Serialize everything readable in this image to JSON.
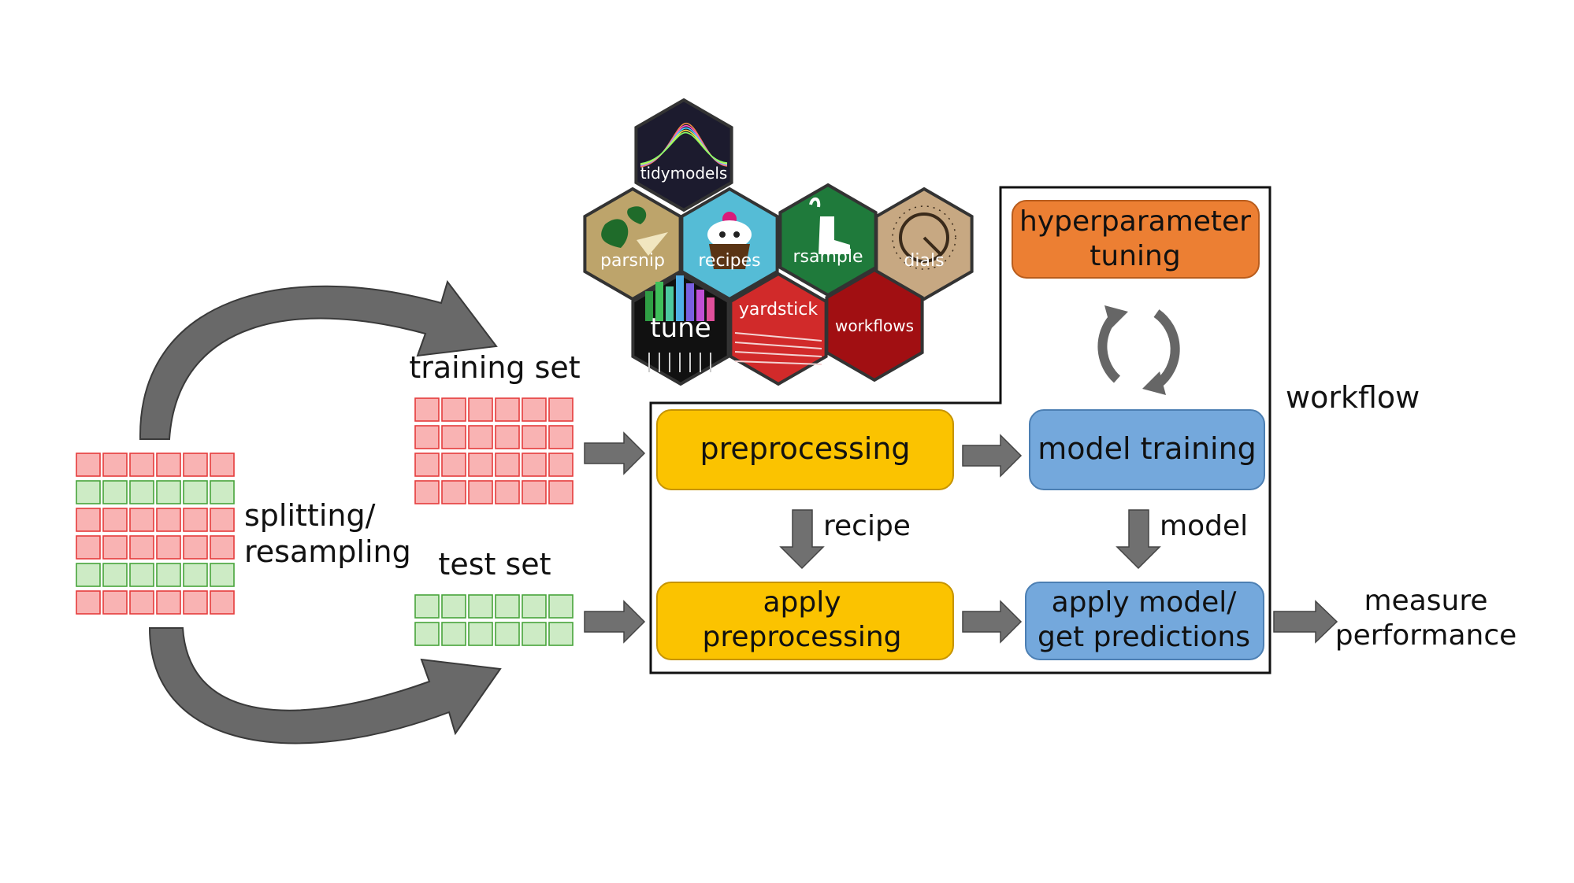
{
  "colors": {
    "red_cell_fill": "#f9b3b3",
    "red_cell_stroke": "#e53b3b",
    "green_cell_fill": "#cdebc5",
    "green_cell_stroke": "#47a33a",
    "yellow_box": "#fbc300",
    "blue_box": "#74a8dc",
    "orange_box": "#ec7f33",
    "arrow_gray": "#707070"
  },
  "source_data": {
    "label": "splitting/\nresampling",
    "rows": [
      "red",
      "green",
      "red",
      "red",
      "green",
      "red"
    ]
  },
  "training_set": {
    "label": "training set"
  },
  "test_set": {
    "label": "test set"
  },
  "workflow": {
    "label": "workflow"
  },
  "boxes": {
    "hyperparameter": "hyperparameter\ntuning",
    "preprocessing": "preprocessing",
    "model_training": "model training",
    "apply_preprocessing": "apply\npreprocessing",
    "apply_model": "apply model/\nget predictions"
  },
  "arrow_labels": {
    "recipe": "recipe",
    "model": "model"
  },
  "measure": "measure\nperformance",
  "hex_stickers": [
    {
      "name": "tidymodels",
      "color": "#1c1b2e",
      "icon": "density-curves-icon"
    },
    {
      "name": "parsnip",
      "color": "#bda46b",
      "icon": "parsnip-leaf-icon"
    },
    {
      "name": "recipes",
      "color": "#55bcd6",
      "icon": "cupcake-icon"
    },
    {
      "name": "rsample",
      "color": "#1f7a3b",
      "icon": "boot-icon"
    },
    {
      "name": "dials",
      "color": "#c7a882",
      "icon": "dial-knob-icon"
    },
    {
      "name": "tune",
      "color": "#111111",
      "icon": "equalizer-icon"
    },
    {
      "name": "yardstick",
      "color": "#d12a2a",
      "icon": "track-lanes-icon"
    },
    {
      "name": "workflows",
      "color": "#a10f12",
      "icon": ""
    }
  ]
}
